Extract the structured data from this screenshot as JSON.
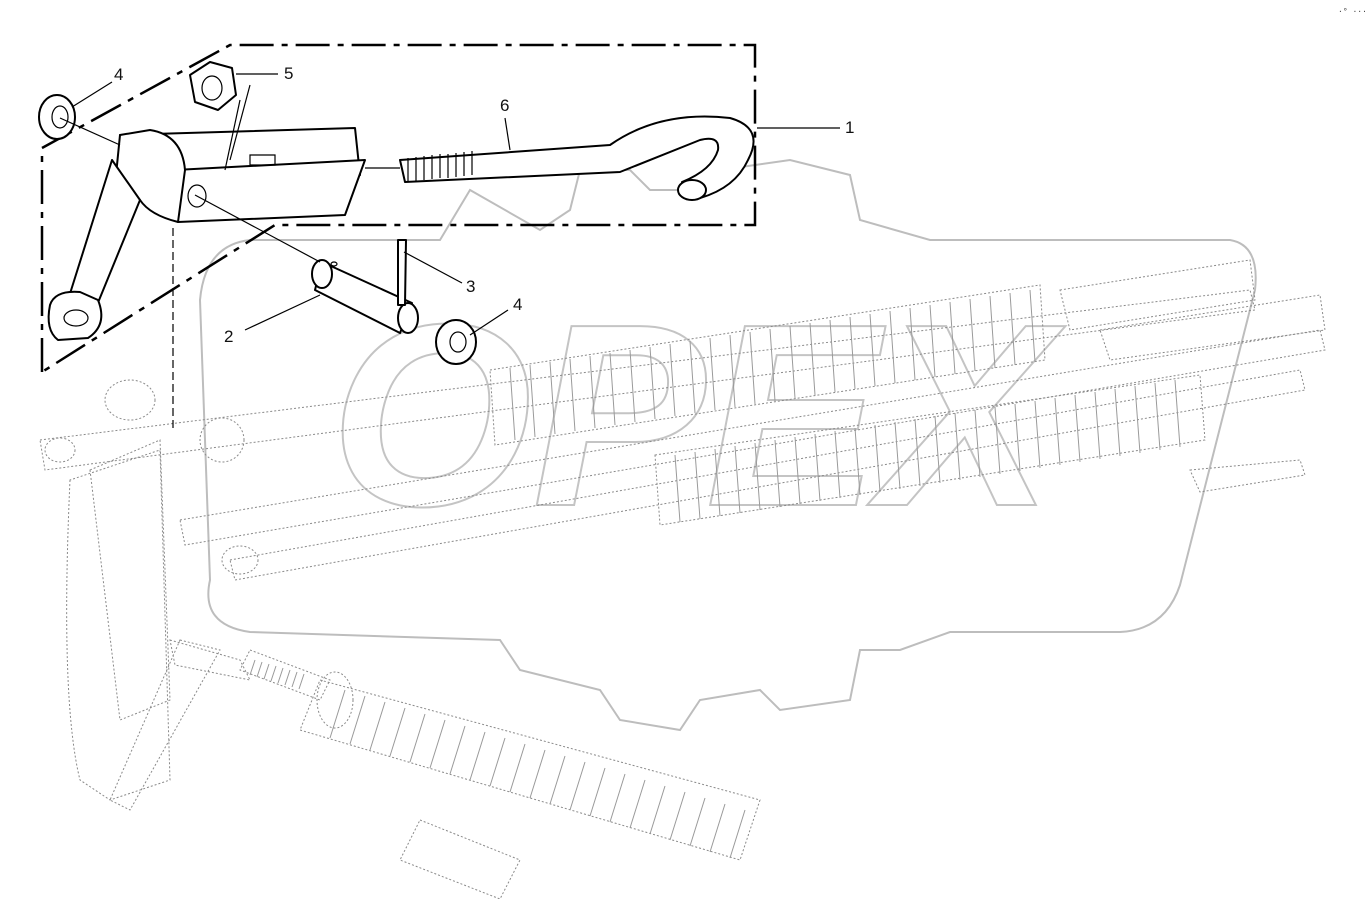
{
  "corner_mark": "·° ···",
  "watermark": {
    "brand": "OPEX"
  },
  "callouts": [
    {
      "id": "1",
      "text": "1"
    },
    {
      "id": "2",
      "text": "2"
    },
    {
      "id": "3",
      "text": "3"
    },
    {
      "id": "4a",
      "text": "4"
    },
    {
      "id": "4b",
      "text": "4"
    },
    {
      "id": "5",
      "text": "5"
    },
    {
      "id": "6",
      "text": "6"
    }
  ]
}
